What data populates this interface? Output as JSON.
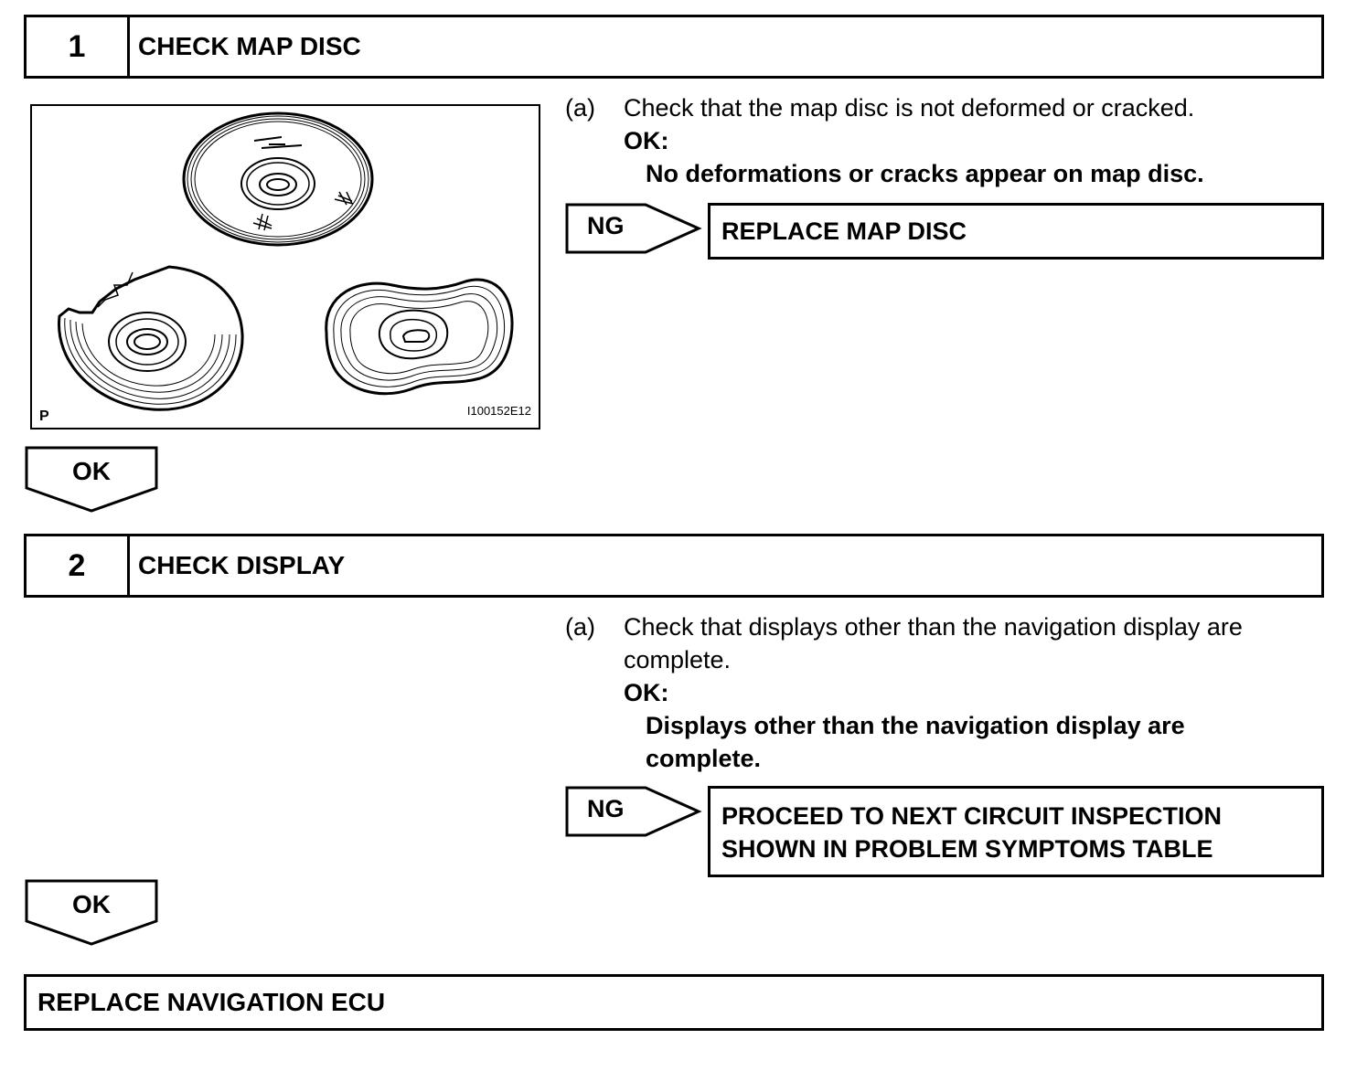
{
  "step1": {
    "number": "1",
    "title": "CHECK MAP DISC",
    "item_marker": "(a)",
    "instruction": "Check that the map disc is not deformed or cracked.",
    "ok_label": "OK:",
    "ok_detail": "No deformations or cracks appear on map disc.",
    "ng_label": "NG",
    "ng_result": "REPLACE MAP DISC",
    "figure_corner_label": "P",
    "figure_code": "I100152E12",
    "ok_arrow_label": "OK"
  },
  "step2": {
    "number": "2",
    "title": "CHECK DISPLAY",
    "item_marker": "(a)",
    "instruction_line1": "Check that displays other than the navigation display are",
    "instruction_line2": "complete.",
    "ok_label": "OK:",
    "ok_detail_line1": "Displays other than the navigation display are",
    "ok_detail_line2": "complete.",
    "ng_label": "NG",
    "ng_result_line1": "PROCEED TO NEXT CIRCUIT INSPECTION",
    "ng_result_line2": "SHOWN IN PROBLEM SYMPTOMS TABLE",
    "ok_arrow_label": "OK"
  },
  "final": {
    "title": "REPLACE NAVIGATION ECU"
  }
}
